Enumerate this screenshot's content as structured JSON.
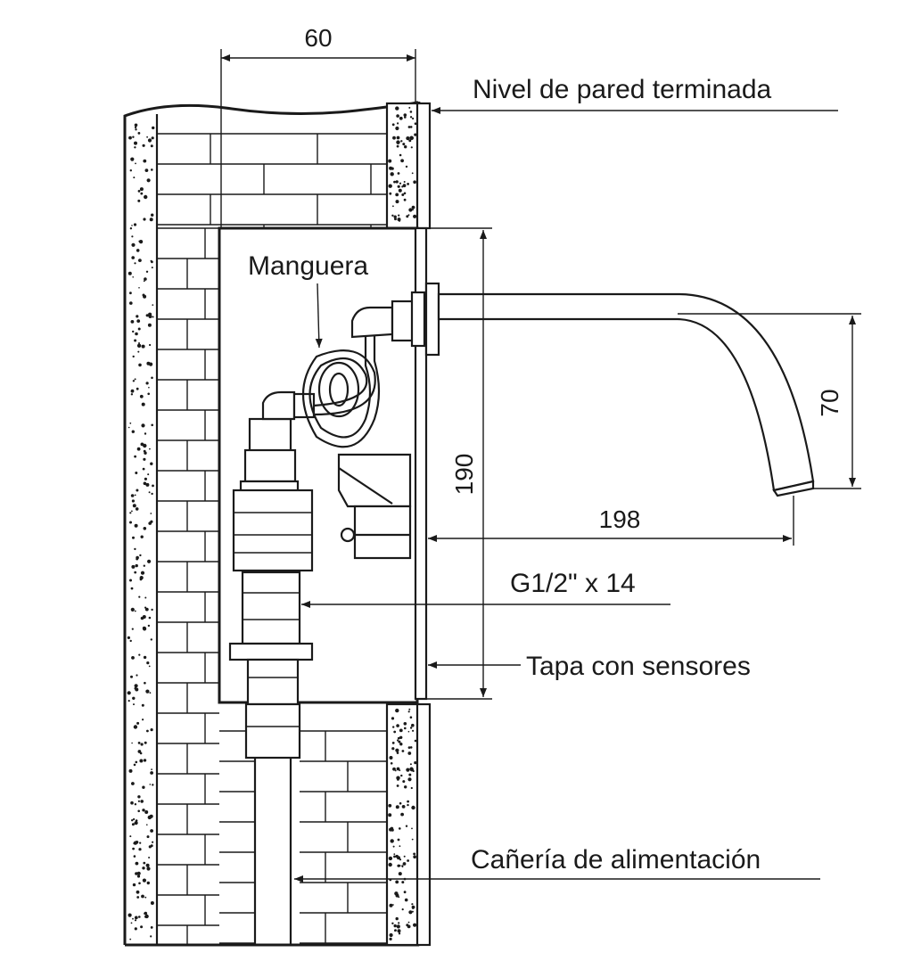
{
  "dimensions": {
    "wall_width": "60",
    "box_height": "190",
    "spout_drop": "70",
    "spout_reach": "198"
  },
  "labels": {
    "finished_wall": "Nivel de pared terminada",
    "hose": "Manguera",
    "thread": "G1/2\" x 14",
    "sensor_cover": "Tapa con sensores",
    "supply_pipe": "Cañería de alimentación"
  },
  "colors": {
    "line": "#1a1a1a",
    "background": "#ffffff"
  }
}
